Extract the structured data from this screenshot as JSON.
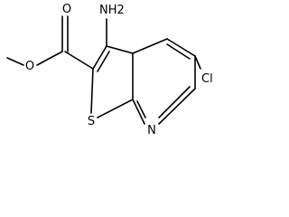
{
  "molecule": {
    "atoms": {
      "amino": "NH2",
      "carbonyl_oxygen": "O",
      "ester_oxygen": "O",
      "sulfur": "S",
      "pyridine_nitrogen": "N",
      "chlorine": "Cl"
    }
  }
}
